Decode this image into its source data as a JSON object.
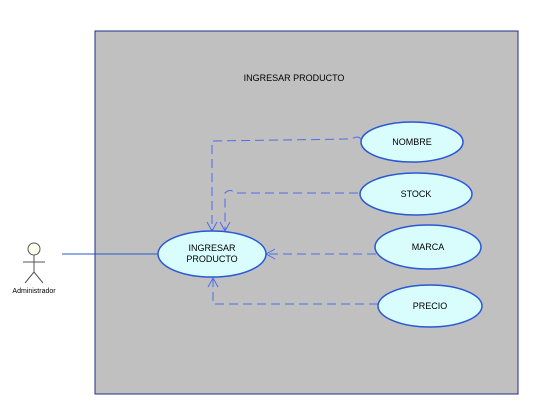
{
  "system": {
    "title": "INGRESAR  PRODUCTO",
    "fill_color": "#c0c0c0",
    "border_color": "#1f2d8a"
  },
  "actor": {
    "label": "Administrador",
    "color": "#555555",
    "head_fill": "#fffff0"
  },
  "use_cases": {
    "main": {
      "line1": "INGRESAR",
      "line2": "PRODUCTO"
    },
    "nombre": "NOMBRE",
    "stock": "STOCK",
    "marca": "MARCA",
    "precio": "PRECIO"
  },
  "colors": {
    "use_case_fill": "#d9fdfd",
    "use_case_stroke": "#2a57d6",
    "association": "#2a57d6",
    "dependency": "#4d6cf0"
  },
  "relations": [
    {
      "from": "nombre",
      "to": "main",
      "style": "dashed"
    },
    {
      "from": "stock",
      "to": "main",
      "style": "dashed"
    },
    {
      "from": "marca",
      "to": "main",
      "style": "dashed"
    },
    {
      "from": "precio",
      "to": "main",
      "style": "dashed"
    },
    {
      "from": "actor",
      "to": "main",
      "style": "solid"
    }
  ]
}
